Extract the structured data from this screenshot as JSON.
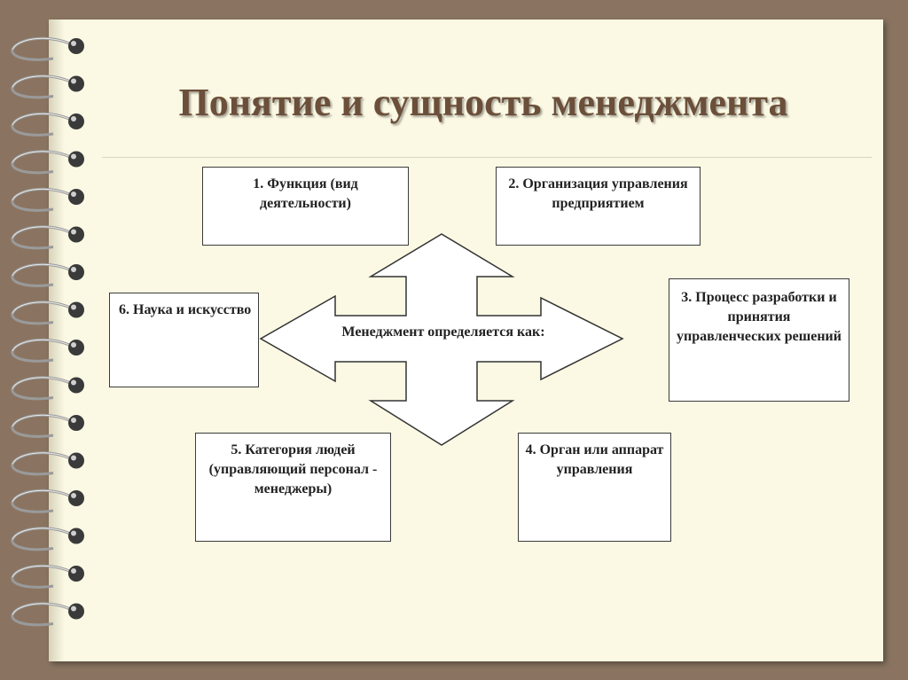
{
  "title": "Понятие и сущность менеджмента",
  "center_label": "Менеджмент определяется как:",
  "boxes": {
    "b1": "1. Функция (вид деятельности)",
    "b2": "2. Организация управления предприятием",
    "b3": "3.  Процесс разработки и принятия управленческих решений",
    "b4": "4. Орган или аппарат управления",
    "b5": "5. Категория людей (управляющий персонал - менеджеры)",
    "b6": "6. Наука и искусство"
  },
  "colors": {
    "frame": "#8a7461",
    "page": "#fbf9e4",
    "title": "#6b4f3a"
  },
  "icons": [
    "spiral-ring-icon",
    "four-way-arrow-icon"
  ]
}
